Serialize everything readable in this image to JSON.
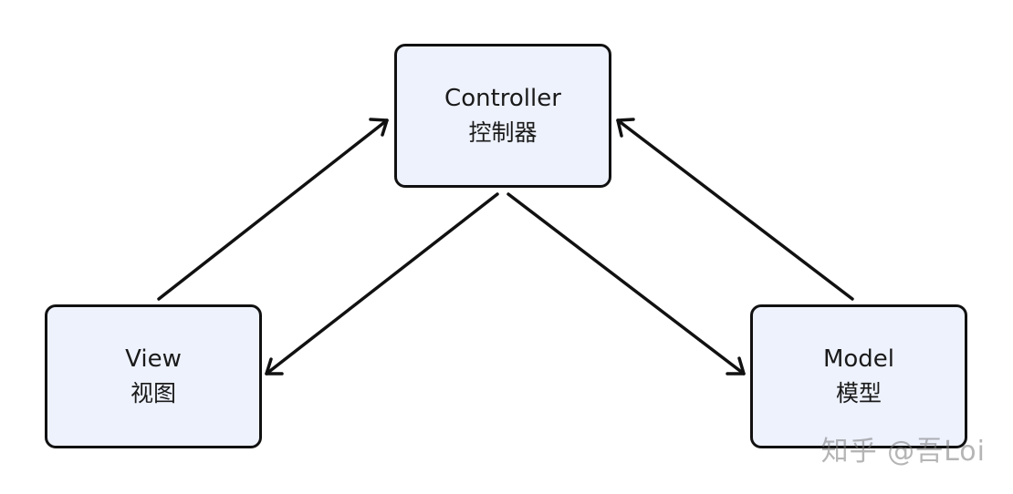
{
  "diagram": {
    "nodes": {
      "controller": {
        "label_en": "Controller",
        "label_zh": "控制器"
      },
      "view": {
        "label_en": "View",
        "label_zh": "视图"
      },
      "model": {
        "label_en": "Model",
        "label_zh": "模型"
      }
    },
    "edges": [
      {
        "from": "view",
        "to": "controller"
      },
      {
        "from": "controller",
        "to": "view"
      },
      {
        "from": "controller",
        "to": "model"
      },
      {
        "from": "model",
        "to": "controller"
      }
    ],
    "colors": {
      "node_fill": "#eef2fd",
      "node_border": "#111111",
      "arrow": "#111111"
    }
  },
  "watermark": "知乎 @吾Loi"
}
